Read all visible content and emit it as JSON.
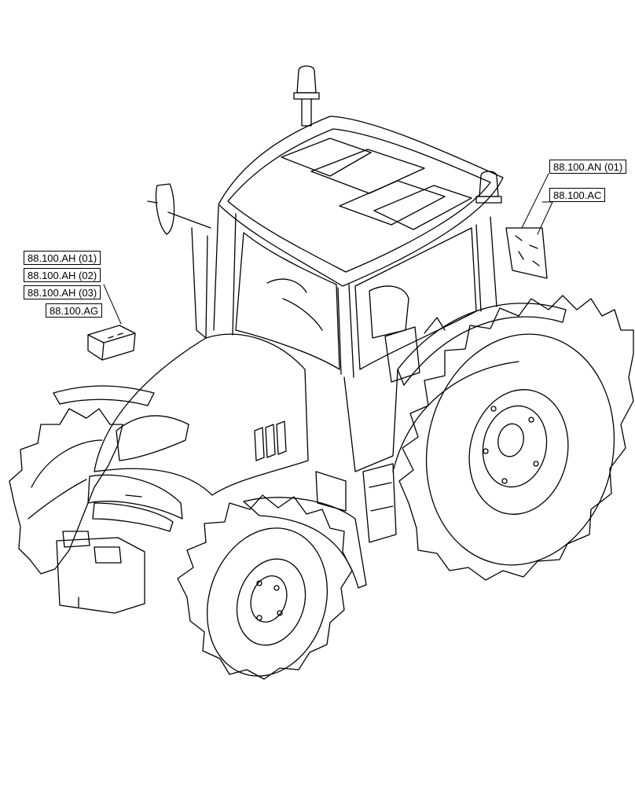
{
  "callouts": [
    {
      "id": "ah01",
      "text": "88.100.AH (01)"
    },
    {
      "id": "ah02",
      "text": "88.100.AH (02)"
    },
    {
      "id": "ah03",
      "text": "88.100.AH (03)"
    },
    {
      "id": "ag",
      "text": "88.100.AG"
    },
    {
      "id": "an01",
      "text": "88.100.AN (01)"
    },
    {
      "id": "ac",
      "text": "88.100.AC"
    }
  ],
  "colors": {
    "line": "#000000",
    "background": "#ffffff"
  }
}
